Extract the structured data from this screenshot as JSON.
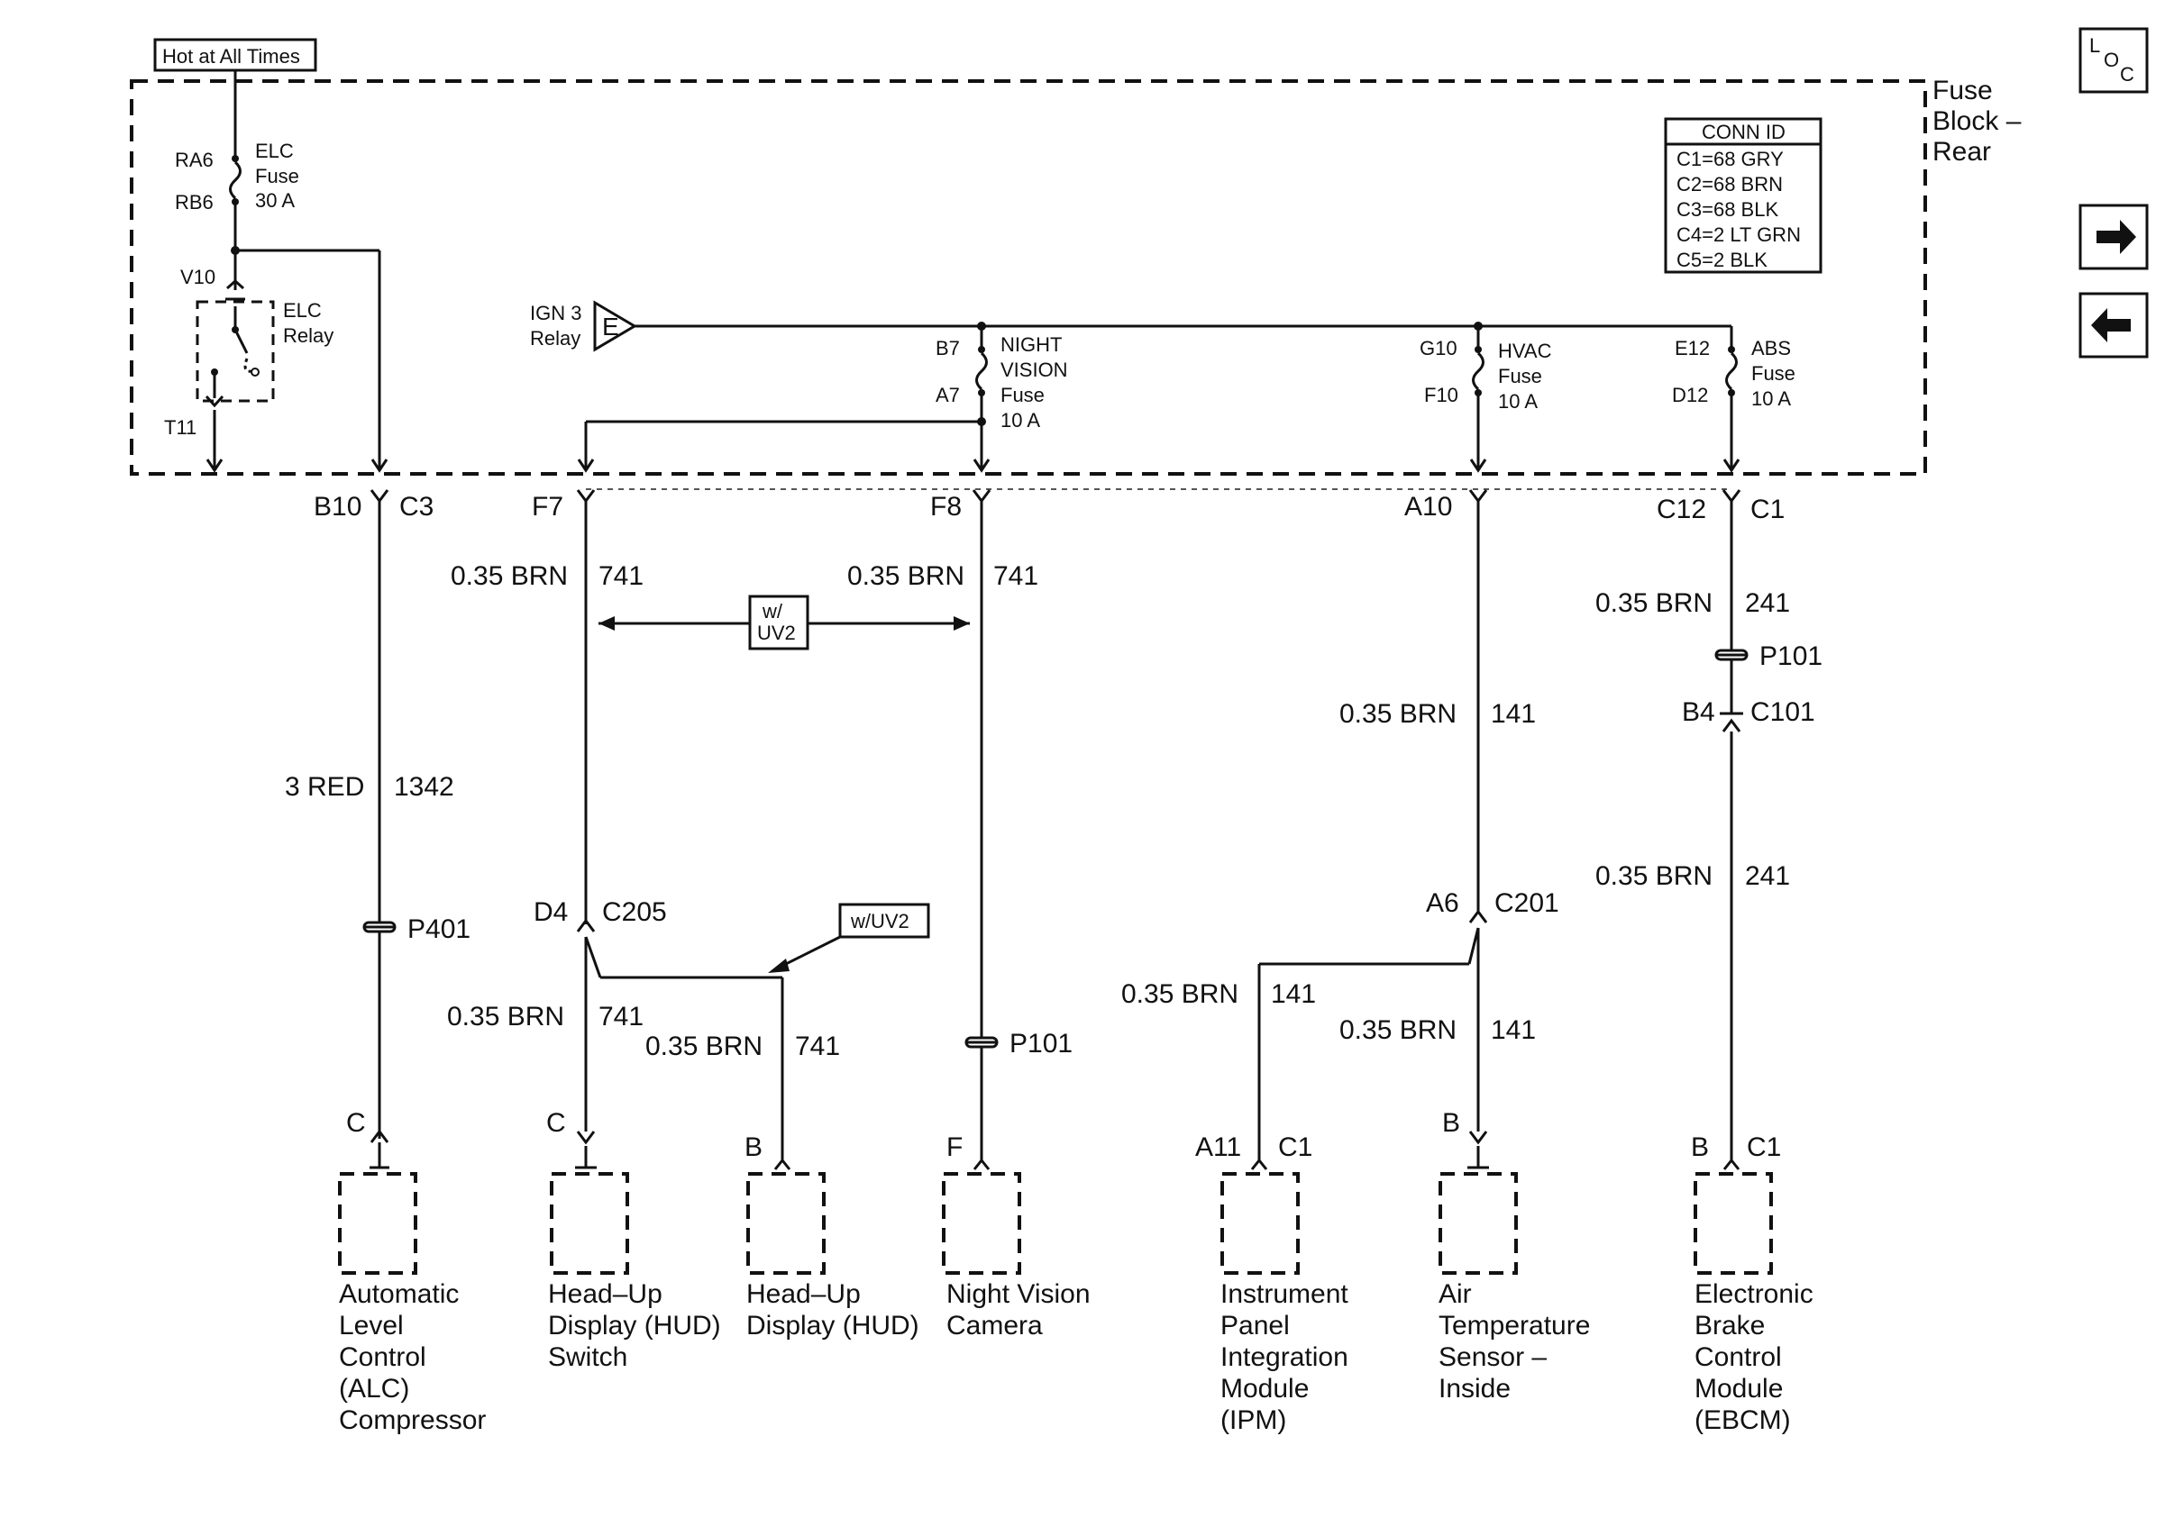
{
  "hot_label": "Hot at All Times",
  "fuse_block_title": [
    "Fuse",
    "Block –",
    "Rear"
  ],
  "conn_id": {
    "title": "CONN ID",
    "rows": [
      "C1=68 GRY",
      "C2=68 BRN",
      "C3=68 BLK",
      "C4=2 LT GRN",
      "C5=2 BLK"
    ]
  },
  "nav": {
    "loc_letters": [
      "L",
      "O",
      "C"
    ]
  },
  "elc": {
    "pin_top": "RA6",
    "pin_bottom": "RB6",
    "fuse_name": "ELC",
    "fuse_word": "Fuse",
    "fuse_rating": "30 A",
    "relay_pin_top": "V10",
    "relay_pin_bottom": "T11",
    "relay_name": "ELC",
    "relay_word": "Relay"
  },
  "ign": {
    "label_line1": "IGN 3",
    "label_line2": "Relay",
    "connector": "E"
  },
  "fuses": [
    {
      "pin_top": "B7",
      "pin_bottom": "A7",
      "lines": [
        "NIGHT",
        "VISION",
        "Fuse",
        "10 A"
      ]
    },
    {
      "pin_top": "G10",
      "pin_bottom": "F10",
      "lines": [
        "HVAC",
        "Fuse",
        "10 A"
      ]
    },
    {
      "pin_top": "E12",
      "pin_bottom": "D12",
      "lines": [
        "ABS",
        "Fuse",
        "10 A"
      ]
    }
  ],
  "block_terminals": {
    "b10": "B10",
    "c3": "C3",
    "f7": "F7",
    "f8": "F8",
    "a10": "A10",
    "c12": "C12",
    "c1": "C1"
  },
  "wires": {
    "alc": {
      "gauge": "3 RED",
      "circuit": "1342",
      "splice": "P401"
    },
    "f7": {
      "gauge": "0.35 BRN",
      "circuit": "741"
    },
    "f8": {
      "gauge": "0.35 BRN",
      "circuit": "741",
      "splice": "P101"
    },
    "option": {
      "line1": "w/",
      "line2": "UV2",
      "single": "w/UV2"
    },
    "hud_branch": {
      "pin": "D4",
      "connector": "C205"
    },
    "hud_switch": {
      "gauge": "0.35 BRN",
      "circuit": "741"
    },
    "hud": {
      "gauge": "0.35 BRN",
      "circuit": "741"
    },
    "hvac_top": {
      "gauge": "0.35 BRN",
      "circuit": "141"
    },
    "hvac_conn": {
      "pin": "A6",
      "connector": "C201"
    },
    "ipm": {
      "gauge": "0.35 BRN",
      "circuit": "141"
    },
    "air": {
      "gauge": "0.35 BRN",
      "circuit": "141"
    },
    "abs_top": {
      "gauge": "0.35 BRN",
      "circuit": "241",
      "splice": "P101"
    },
    "abs_conn": {
      "pin": "B4",
      "connector": "C101"
    },
    "abs_bottom": {
      "gauge": "0.35 BRN",
      "circuit": "241"
    }
  },
  "components": [
    {
      "pin": "C",
      "connector": "",
      "lines": [
        "Automatic",
        "Level",
        "Control",
        "(ALC)",
        "Compressor"
      ]
    },
    {
      "pin": "C",
      "connector": "",
      "lines": [
        "Head–Up",
        "Display (HUD)",
        "Switch"
      ]
    },
    {
      "pin": "B",
      "connector": "",
      "lines": [
        "Head–Up",
        "Display (HUD)"
      ]
    },
    {
      "pin": "F",
      "connector": "",
      "lines": [
        "Night Vision",
        "Camera"
      ]
    },
    {
      "pin": "A11",
      "connector": "C1",
      "lines": [
        "Instrument",
        "Panel",
        "Integration",
        "Module",
        "(IPM)"
      ]
    },
    {
      "pin": "B",
      "connector": "",
      "lines": [
        "Air",
        "Temperature",
        "Sensor –",
        "Inside"
      ]
    },
    {
      "pin": "B",
      "connector": "C1",
      "lines": [
        "Electronic",
        "Brake",
        "Control",
        "Module",
        "(EBCM)"
      ]
    }
  ]
}
